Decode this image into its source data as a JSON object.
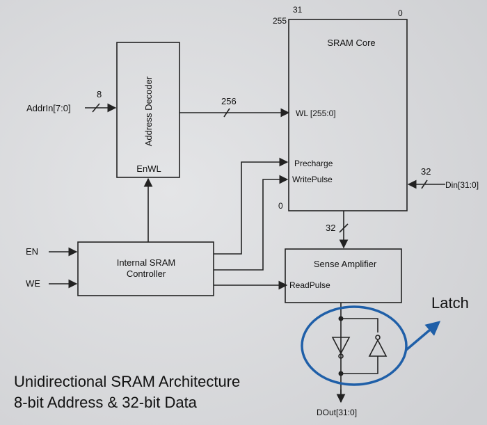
{
  "blocks": {
    "address_decoder": {
      "title": "Address Decoder",
      "enwl": "EnWL"
    },
    "sram_core": {
      "title": "SRAM Core",
      "bit_high": "31",
      "bit_low": "0",
      "row_high": "255",
      "row_low": "0",
      "wl_port": "WL [255:0]",
      "precharge_port": "Precharge",
      "writepulse_port": "WritePulse"
    },
    "controller": {
      "title_line1": "Internal SRAM",
      "title_line2": "Controller"
    },
    "sense_amp": {
      "title": "Sense Amplifier",
      "readpulse_port": "ReadPulse"
    }
  },
  "signals": {
    "addr_in": "AddrIn[7:0]",
    "addr_width": "8",
    "wl_width": "256",
    "din": "Din[31:0]",
    "din_width": "32",
    "core_out_width": "32",
    "en": "EN",
    "we": "WE",
    "dout": "DOut[31:0]"
  },
  "annotations": {
    "latch": "Latch",
    "caption_line1": "Unidirectional SRAM Architecture",
    "caption_line2": "8-bit Address & 32-bit Data"
  },
  "colors": {
    "background": "#d9dadc",
    "line": "#222222",
    "accent": "#1f5fa8"
  }
}
